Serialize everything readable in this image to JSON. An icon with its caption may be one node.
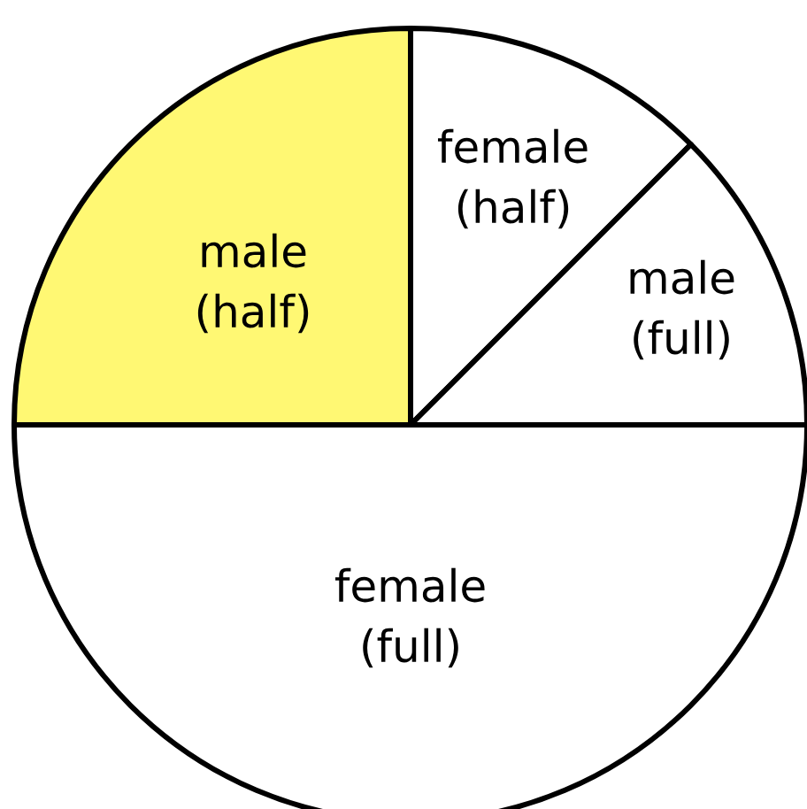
{
  "diagram": {
    "nodes": [
      {
        "text": [
          "male (half)"
        ]
      },
      {
        "text": [
          "female (half)"
        ]
      },
      {
        "text": [
          "male (full)"
        ]
      },
      {
        "text": [
          "female (full)"
        ]
      }
    ]
  }
}
